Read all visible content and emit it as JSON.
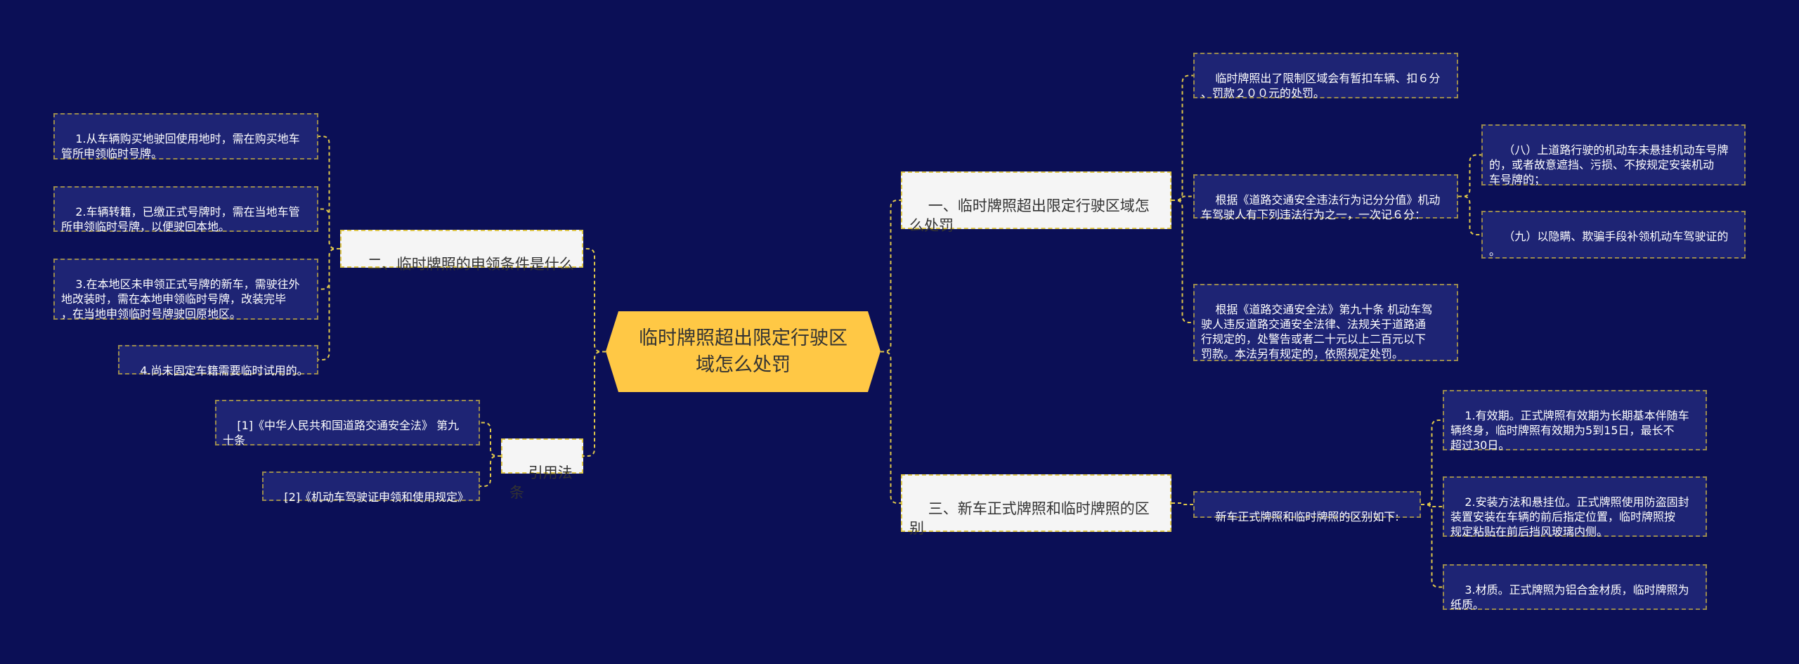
{
  "colors": {
    "background": "#0b0f56",
    "root_fill": "#ffc845",
    "connector": "#e0c84a",
    "leaf_fill": "#1e2474",
    "branch_fill": "#f5f5f5"
  },
  "root": {
    "label": "临时牌照超出限定行驶区\n域怎么处罚"
  },
  "branches": {
    "b1": {
      "label": "一、临时牌照超出限定行驶区域怎\n么处罚"
    },
    "b2": {
      "label": "二、临时牌照的申领条件是什么"
    },
    "b3": {
      "label": "三、新车正式牌照和临时牌照的区\n别"
    },
    "b4": {
      "label": "引用法条"
    }
  },
  "leaves": {
    "b1_1": "临时牌照出了限制区域会有暂扣车辆、扣６分\n、罚款２００元的处罚。",
    "b1_2": "根据《道路交通安全违法行为记分分值》机动\n车驾驶人有下列违法行为之一，一次记６分：",
    "b1_2_1": "（八）上道路行驶的机动车未悬挂机动车号牌\n的，或者故意遮挡、污损、不按规定安装机动\n车号牌的；",
    "b1_2_2": "（九）以隐瞒、欺骗手段补领机动车驾驶证的\n。",
    "b1_3": "根据《道路交通安全法》第九十条 机动车驾\n驶人违反道路交通安全法律、法规关于道路通\n行规定的，处警告或者二十元以上二百元以下\n罚款。本法另有规定的，依照规定处罚。",
    "b2_1": "1.从车辆购买地驶回使用地时，需在购买地车\n管所申领临时号牌。",
    "b2_2": "2.车辆转籍，已缴正式号牌时，需在当地车管\n所申领临时号牌，以便驶回本地。",
    "b2_3": "3.在本地区未申领正式号牌的新车，需驶往外\n地改装时，需在本地申领临时号牌，改装完毕\n，在当地申领临时号牌驶回原地区。",
    "b2_4": "4.尚未固定车籍需要临时试用的。",
    "b3_1": "新车正式牌照和临时牌照的区别如下:",
    "b3_1_1": "1.有效期。正式牌照有效期为长期基本伴随车\n辆终身，临时牌照有效期为5到15日，最长不\n超过30日。",
    "b3_1_2": "2.安装方法和悬挂位。正式牌照使用防盗固封\n装置安装在车辆的前后指定位置，临时牌照按\n规定粘贴在前后挡风玻璃内侧。",
    "b3_1_3": "3.材质。正式牌照为铝合金材质，临时牌照为\n纸质。",
    "b4_1": "[1]《中华人民共和国道路交通安全法》 第九\n十条",
    "b4_2": "[2]《机动车驾驶证申领和使用规定》"
  }
}
